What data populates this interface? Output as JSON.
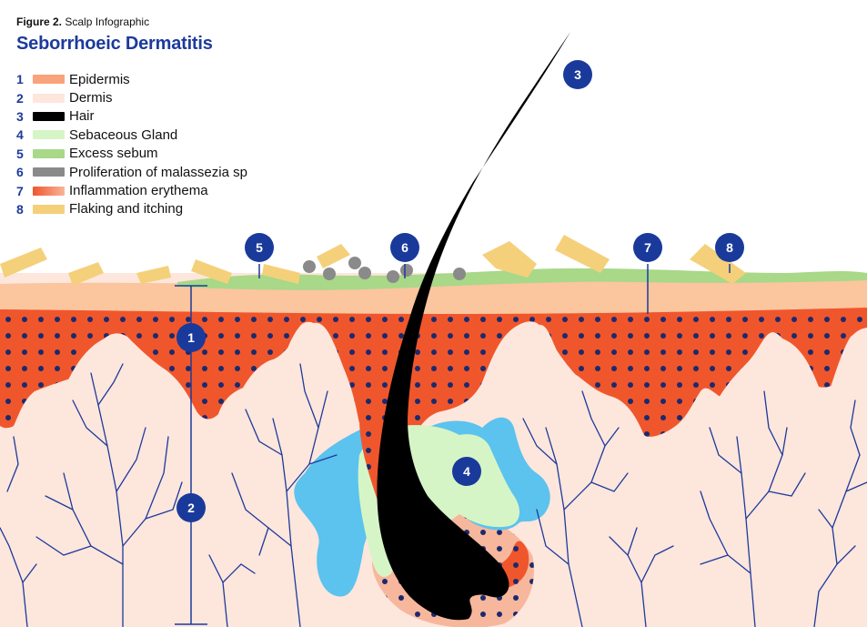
{
  "figure": {
    "caption_prefix": "Figure 2.",
    "caption_text": "Scalp Infographic",
    "title": "Seborrhoeic Dermatitis"
  },
  "legend": [
    {
      "num": "1",
      "label": "Epidermis",
      "color": "#f9a37a"
    },
    {
      "num": "2",
      "label": "Dermis",
      "color": "#fde6dc"
    },
    {
      "num": "3",
      "label": "Hair",
      "color": "#000000"
    },
    {
      "num": "4",
      "label": "Sebaceous Gland",
      "color": "#d6f5c6"
    },
    {
      "num": "5",
      "label": "Excess sebum",
      "color": "#a8d888"
    },
    {
      "num": "6",
      "label": "Proliferation of malassezia sp",
      "color": "#8a8a8a"
    },
    {
      "num": "7",
      "label": "Inflammation erythema",
      "color": "#f0562c"
    },
    {
      "num": "8",
      "label": "Flaking and itching",
      "color": "#f5d07a"
    }
  ],
  "markers": [
    "1",
    "2",
    "3",
    "4",
    "5",
    "6",
    "7",
    "8"
  ],
  "colors": {
    "accent": "#1d3a9c",
    "marker_fill": "#1a3a9b",
    "epidermis": "#fbc59e",
    "dermis": "#fde6dc",
    "inflammation": "#f0562c",
    "sebum": "#a8d888",
    "gland": "#d6f5c6",
    "gland_outer": "#5bc3ee",
    "flake": "#f5d07a",
    "malassezia": "#8a8a8a",
    "vessel": "#1d3a9c",
    "hair": "#000000"
  }
}
